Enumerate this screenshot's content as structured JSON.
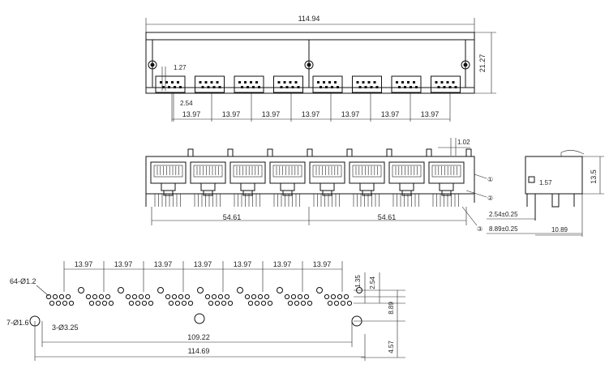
{
  "top_view": {
    "overall_width": "114.94",
    "height": "21.27",
    "dim_127": "1.27",
    "dim_254": "2.54",
    "pitch_labels": [
      "13.97",
      "13.97",
      "13.97",
      "13.97",
      "13.97",
      "13.97",
      "13.97"
    ]
  },
  "front_view": {
    "dim_102": "1.02",
    "half_left": "54.61",
    "half_right": "54.61",
    "callouts": [
      "①",
      "②",
      "③"
    ]
  },
  "side_view": {
    "height": "13.5",
    "dim_157": "1.57",
    "dim_254_tol": "2.54±0.25",
    "dim_889_tol": "8.89±0.25",
    "depth": "10.89"
  },
  "footprint": {
    "pitch_labels": [
      "13.97",
      "13.97",
      "13.97",
      "13.97",
      "13.97",
      "13.97",
      "13.97"
    ],
    "pins_note": "64-Ø1.2",
    "holes_small_note": "7-Ø1.6",
    "holes_large_note": "3-Ø3.25",
    "dim_135": "1.35",
    "dim_254": "2.54",
    "dim_889": "8.89",
    "dim_457": "4.57",
    "dim_10922": "109.22",
    "dim_11469": "114.69"
  }
}
